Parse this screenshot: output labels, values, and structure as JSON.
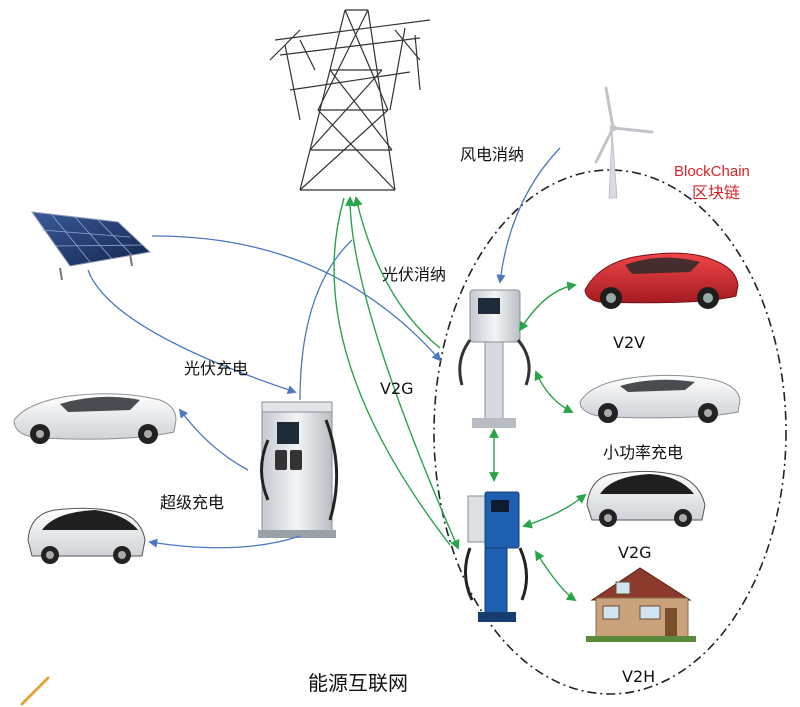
{
  "labels": {
    "wind_consumption": "风电消纳",
    "blockchain_en": "BlockChain",
    "blockchain_cn": "区块链",
    "pv_consumption": "光伏消纳",
    "v2v": "V2V",
    "pv_charging": "光伏充电",
    "v2g_left": "V2G",
    "low_power_charging": "小功率充电",
    "super_charging": "超级充电",
    "v2g_right": "V2G",
    "v2h": "V2H",
    "title": "能源互联网"
  },
  "colors": {
    "blue_flow": "#4a78c2",
    "green_flow": "#2aa34a",
    "blockchain_red": "#d8232a",
    "car_red": "#d42a2f",
    "car_white": "#f2f2f2",
    "car_dark": "#2b2b2b",
    "charger_blue": "#1f5fb0",
    "charger_silver": "#d9dde2",
    "house_wall": "#c9a27c",
    "house_roof": "#8b3a2b",
    "accent_stroke": "#e3a53b"
  },
  "icons": [
    "power-tower-icon",
    "wind-turbine-icon",
    "solar-panel-icon",
    "red-ev-icon",
    "white-sports-car-icon",
    "compact-ev-icon",
    "dc-charger-icon",
    "ac-charger-icon",
    "house-icon"
  ]
}
